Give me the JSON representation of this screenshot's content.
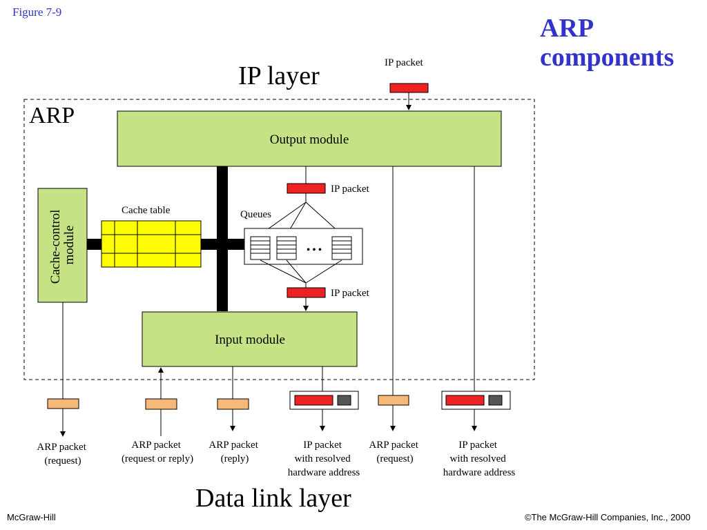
{
  "header": {
    "figure_label": "Figure  7-9",
    "title_line1": "ARP",
    "title_line2": "components"
  },
  "layers": {
    "ip_layer": "IP layer",
    "data_link_layer": "Data link layer",
    "arp_box": "ARP"
  },
  "modules": {
    "output": "Output module",
    "input": "Input module",
    "cache_control_line1": "Cache-control",
    "cache_control_line2": "module",
    "cache_table": "Cache table",
    "queues": "Queues",
    "ellipsis": "• • •"
  },
  "packets": {
    "ip_top": "IP packet",
    "ip_after_output": "IP packet",
    "ip_after_queues": "IP packet"
  },
  "bottom_labels": [
    {
      "line1": "ARP packet",
      "line2": "(request)",
      "line3": ""
    },
    {
      "line1": "ARP packet",
      "line2": "(request or reply)",
      "line3": ""
    },
    {
      "line1": "ARP packet",
      "line2": "(reply)",
      "line3": ""
    },
    {
      "line1": "IP packet",
      "line2": "with resolved",
      "line3": "hardware address"
    },
    {
      "line1": "ARP packet",
      "line2": "(request)",
      "line3": ""
    },
    {
      "line1": "IP packet",
      "line2": "with resolved",
      "line3": "hardware address"
    }
  ],
  "footer": {
    "left": "McGraw-Hill",
    "right": "©The McGraw-Hill Companies, Inc., 2000"
  },
  "colors": {
    "module_fill": "#c5e384",
    "cache_fill": "#ffff00",
    "ip_packet": "#ee2222",
    "arp_packet": "#f7b977",
    "hw_addr": "#555555",
    "accent_text": "#3333cc"
  }
}
